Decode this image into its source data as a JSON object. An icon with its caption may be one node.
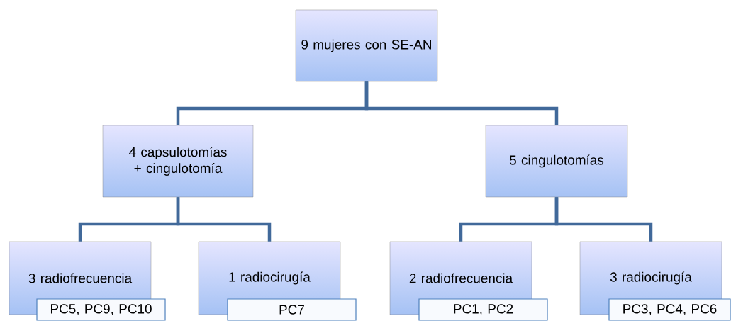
{
  "diagram": {
    "nodes": [
      {
        "text": [
          "9 mujeres con SE-AN"
        ]
      },
      {
        "text": [
          "4 capsulotomías + cingulotomía"
        ]
      },
      {
        "text": [
          "5 cingulotomías"
        ]
      },
      {
        "text": [
          "3 radiofrecuencia"
        ]
      },
      {
        "text": [
          "PC5, PC9, PC10"
        ]
      },
      {
        "text": [
          "1 radiocirugía"
        ]
      },
      {
        "text": [
          "PC7"
        ]
      },
      {
        "text": [
          "2 radiofrecuencia"
        ]
      },
      {
        "text": [
          "PC1, PC2"
        ]
      },
      {
        "text": [
          "3 radiocirugía"
        ]
      },
      {
        "text": [
          "PC3, PC4, PC6"
        ]
      }
    ],
    "edges": [
      {
        "from": 0,
        "to": 1,
        "arrow": "none"
      },
      {
        "from": 0,
        "to": 2,
        "arrow": "none"
      },
      {
        "from": 1,
        "to": 3,
        "arrow": "none"
      },
      {
        "from": 1,
        "to": 5,
        "arrow": "none"
      },
      {
        "from": 2,
        "to": 7,
        "arrow": "none"
      },
      {
        "from": 2,
        "to": 9,
        "arrow": "none"
      }
    ]
  }
}
